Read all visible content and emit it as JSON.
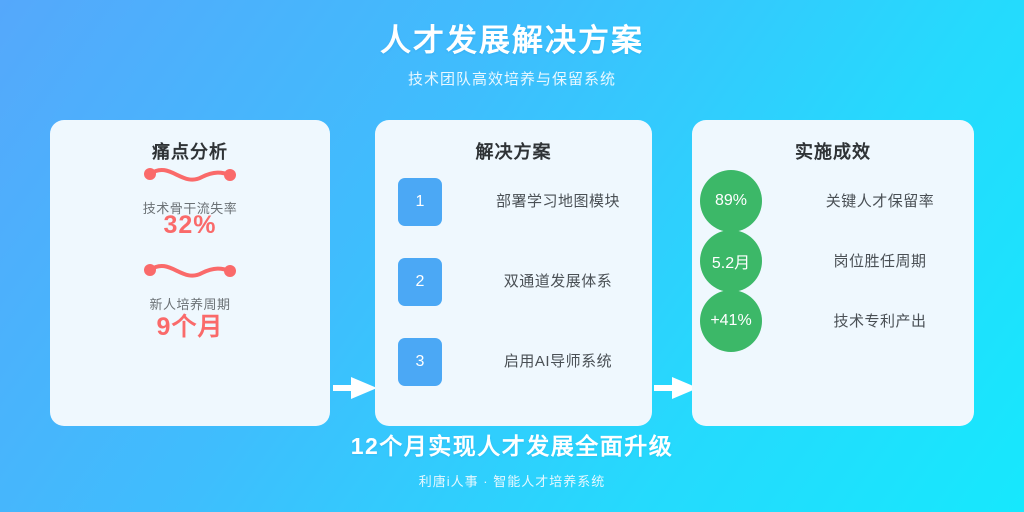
{
  "header": {
    "title": "人才发展解决方案",
    "subtitle": "技术团队高效培养与保留系统"
  },
  "colors": {
    "background_start": "#55a8fb",
    "background_end": "#16e8fd",
    "card_background": "#eff8fe",
    "accent_blue": "#4ba8f5",
    "accent_red": "#fa6a6a",
    "accent_green": "#3cb868",
    "title_text": "#2f3336",
    "body_text": "#4a5055"
  },
  "cards": {
    "pain": {
      "title": "痛点分析",
      "items": [
        {
          "icon": "wave-curve-icon",
          "label": "技术骨干流失率",
          "value": "32%"
        },
        {
          "icon": "wave-curve-icon",
          "label": "新人培养周期",
          "value": "9个月"
        }
      ]
    },
    "solution": {
      "title": "解决方案",
      "items": [
        {
          "number": "1",
          "text": "部署学习地图模块"
        },
        {
          "number": "2",
          "text": "双通道发展体系"
        },
        {
          "number": "3",
          "text": "启用AI导师系统"
        }
      ]
    },
    "result": {
      "title": "实施成效",
      "items": [
        {
          "value": "89%",
          "label": "关键人才保留率"
        },
        {
          "value": "5.2月",
          "label": "岗位胜任周期"
        },
        {
          "value": "+41%",
          "label": "技术专利产出"
        }
      ]
    }
  },
  "arrows": [
    {
      "name": "arrow-pain-to-solution"
    },
    {
      "name": "arrow-solution-to-result"
    }
  ],
  "footer": {
    "main": "12个月实现人才发展全面升级",
    "sub": "利唐i人事 · 智能人才培养系统"
  }
}
